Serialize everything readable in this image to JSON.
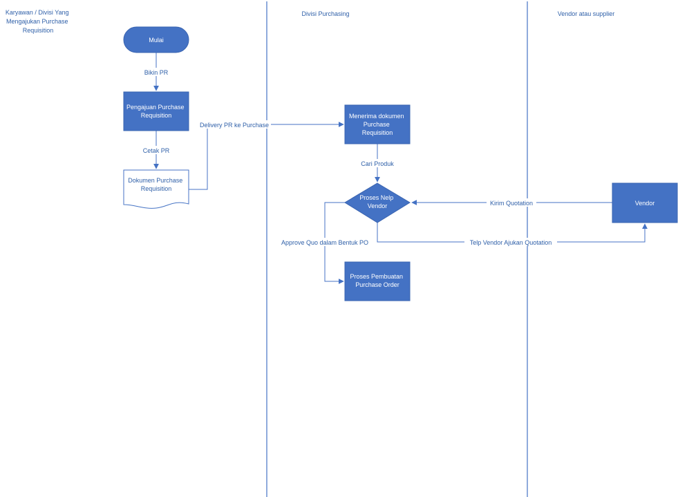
{
  "lanes": {
    "karyawan": [
      "Karyawan / Divisi Yang",
      "Mengajukan Purchase",
      "Requisition"
    ],
    "purchasing": "Divisi Purchasing",
    "vendor": "Vendor atau supplier"
  },
  "nodes": {
    "mulai": "Mulai",
    "pengajuan": [
      "Pengajuan Purchase",
      "Requisition"
    ],
    "dokumen": [
      "Dokumen Purchase",
      "Requisition"
    ],
    "menerima": [
      "Menerima dokumen",
      "Purchase",
      "Requisition"
    ],
    "proses_nelp": [
      "Proses Nelp",
      "Vendor"
    ],
    "proses_po": [
      "Proses Pembuatan",
      "Purchase Order"
    ],
    "vendor": "Vendor"
  },
  "edges": {
    "bikin_pr": "Bikin PR",
    "cetak_pr": "Cetak PR",
    "delivery": "Delivery PR ke Purchase",
    "cari_produk": "Cari Produk",
    "kirim_quotation": "Kirim Quotation",
    "approve": "Approve Quo dalam Bentuk PO",
    "telp_vendor": "Telp Vendor Ajukan Quotation"
  },
  "colors": {
    "shape_fill": "#4472c4",
    "text_blue": "#2e5fa8",
    "line": "#4472c4"
  }
}
